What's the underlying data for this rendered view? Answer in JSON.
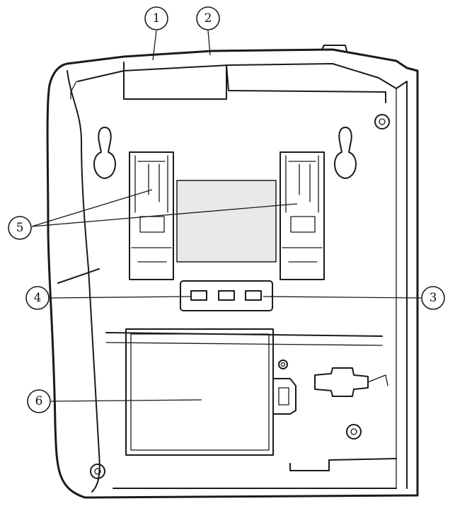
{
  "callouts": [
    {
      "id": "1",
      "label": "1"
    },
    {
      "id": "2",
      "label": "2"
    },
    {
      "id": "3",
      "label": "3"
    },
    {
      "id": "4",
      "label": "4"
    },
    {
      "id": "5",
      "label": "5"
    },
    {
      "id": "6",
      "label": "6"
    }
  ],
  "colors": {
    "line": "#1a1a1a",
    "panel_fill": "#e9e9e9",
    "background": "#ffffff"
  }
}
